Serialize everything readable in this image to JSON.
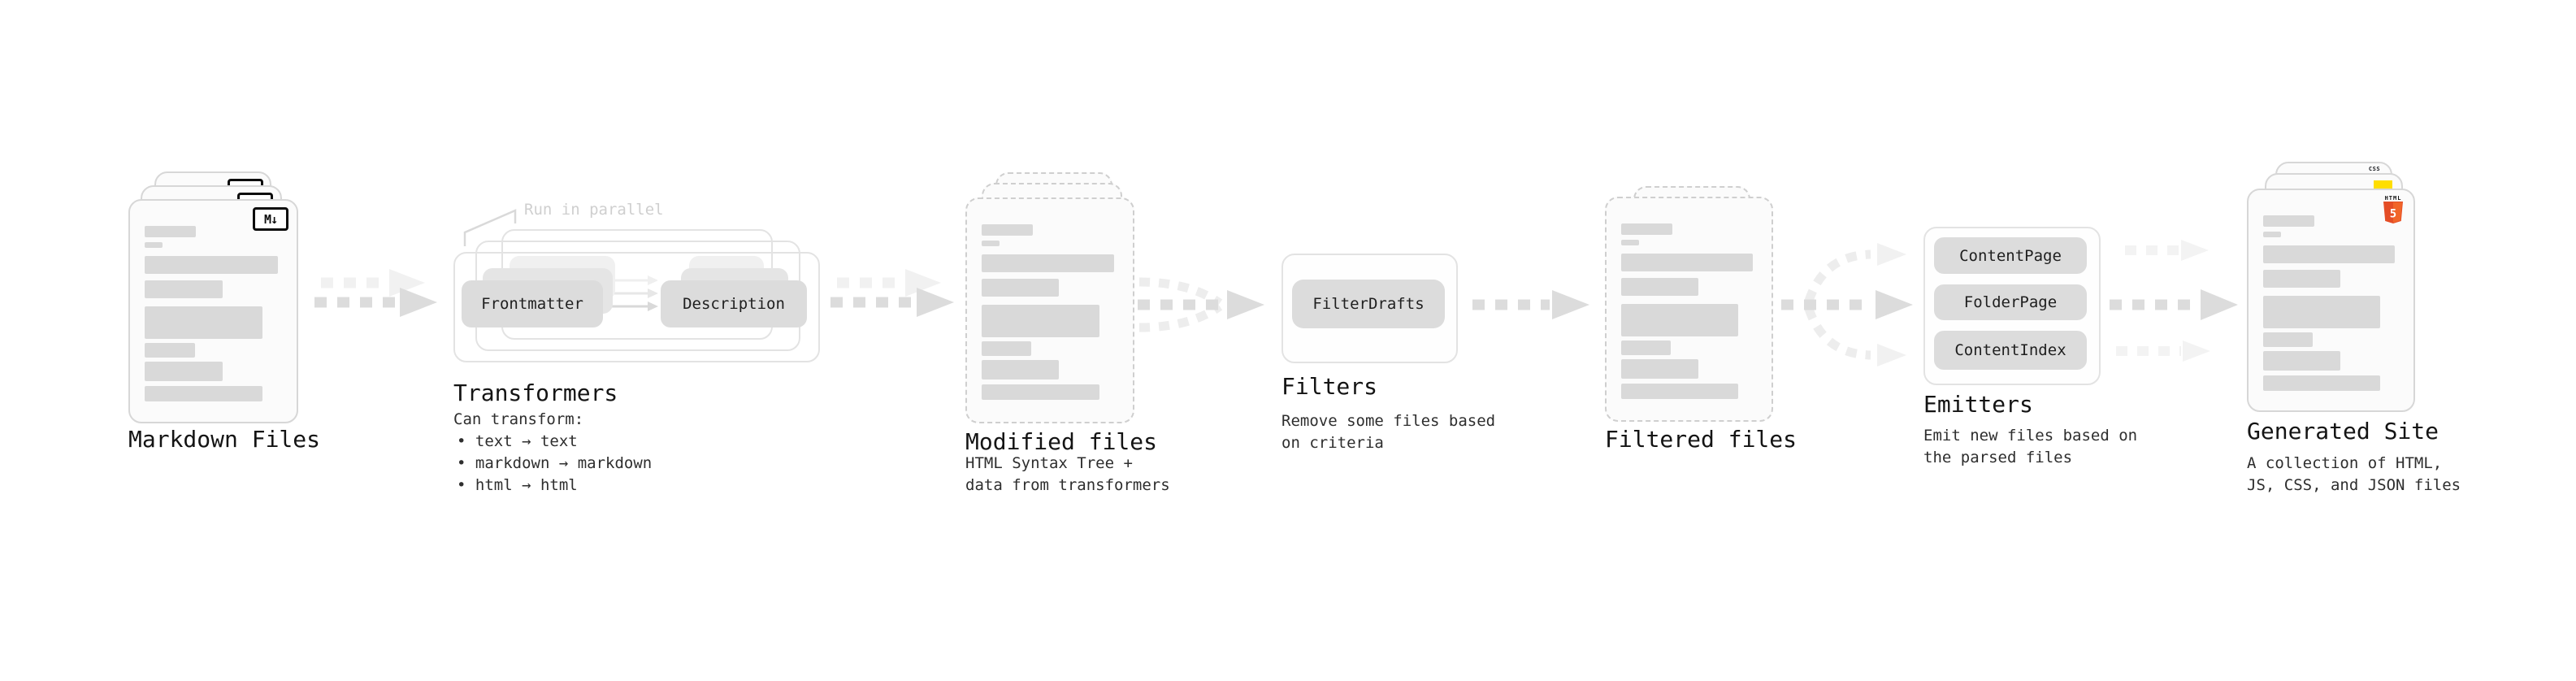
{
  "diagram_type": "static-site-generator-pipeline",
  "stages": {
    "markdown_files": {
      "label": "Markdown Files",
      "badge": "M↓"
    },
    "transformers": {
      "label": "Transformers",
      "annotation": "Run in parallel",
      "box_left": "Frontmatter",
      "box_right": "Description",
      "desc_title": "Can transform:",
      "bullets": [
        "• text → text",
        "• markdown → markdown",
        "• html → html"
      ]
    },
    "modified_files": {
      "label": "Modified files",
      "desc": [
        "HTML Syntax Tree +",
        "data from transformers"
      ]
    },
    "filters": {
      "label": "Filters",
      "box": "FilterDrafts",
      "desc": [
        "Remove some files based",
        "on criteria"
      ]
    },
    "filtered_files": {
      "label": "Filtered files"
    },
    "emitters": {
      "label": "Emitters",
      "boxes": [
        "ContentPage",
        "FolderPage",
        "ContentIndex"
      ],
      "desc": [
        "Emit new files based on",
        "the parsed files"
      ]
    },
    "generated_site": {
      "label": "Generated Site",
      "desc": [
        "A collection of HTML,",
        "JS, CSS, and JSON files"
      ],
      "badges": {
        "html": {
          "label": "HTML",
          "number": "5"
        },
        "css": "CSS"
      }
    }
  },
  "colors": {
    "background": "#FFFFFF",
    "card_border": "#D7D7D7",
    "card_fill": "#FBFBFB",
    "bar_gray": "#D9D9D9",
    "pill_gray": "#DCDCDC",
    "arrow_gray": "#DCDCDC",
    "arrow_light": "#F1F1F1",
    "annotation_gray": "#CFCFCF",
    "text_dark": "#141414",
    "html5_orange": "#E44D26",
    "html5_orange_light": "#F16529",
    "js_yellow": "#FFDE00",
    "css_blue": "#2965F1"
  }
}
